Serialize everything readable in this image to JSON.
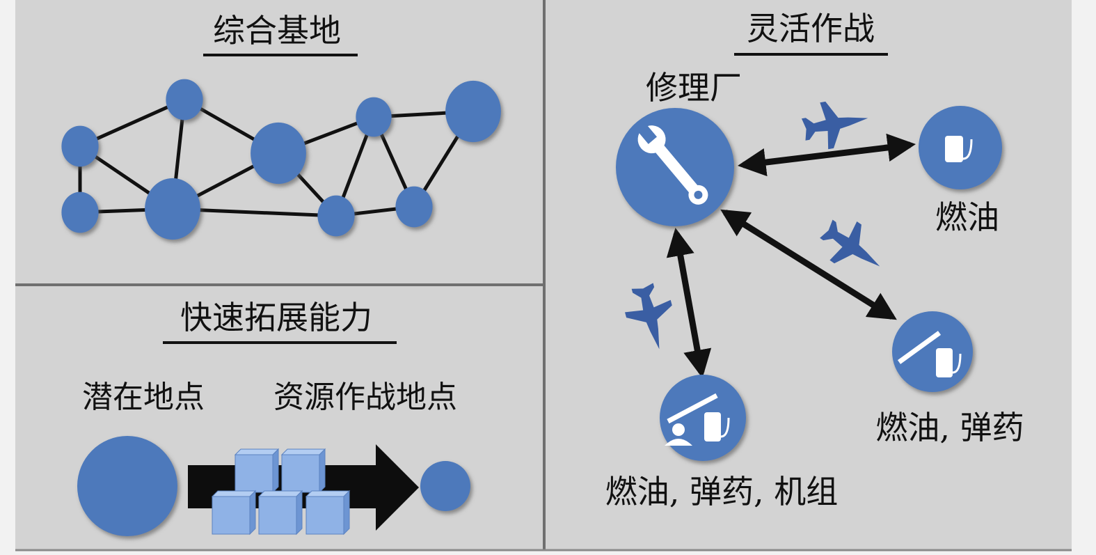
{
  "panels": {
    "integrated_base": {
      "title": "综合基地"
    },
    "rapid_expansion": {
      "title": "快速拓展能力",
      "label_left": "潜在地点",
      "label_right": "资源作战地点"
    },
    "agile_combat": {
      "title": "灵活作战",
      "hub_label": "修理厂",
      "node_fuel": "燃油",
      "node_fuel_ammo": "燃油, 弹药",
      "node_fuel_ammo_crew": "燃油, 弹药, 机组"
    }
  },
  "colors": {
    "panel": "#d3d3d3",
    "node": "#4d79bb",
    "jet": "#3a5ea3",
    "cube": "#8fb2e6",
    "line": "#111111"
  }
}
